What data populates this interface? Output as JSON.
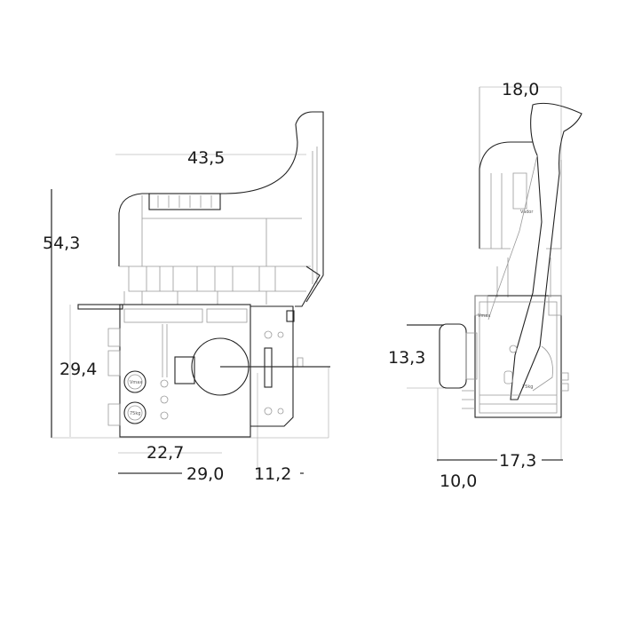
{
  "drawing": {
    "side_view": {
      "dimensions": {
        "overall_height": "54,3",
        "top_width": "43,5",
        "body_height": "29,4",
        "body_width_inner": "22,7",
        "body_width": "29,0",
        "side_offset": "11,2"
      },
      "markings": [
        "Vmax",
        "75kg"
      ]
    },
    "front_view": {
      "dimensions": {
        "top_width": "18,0",
        "knob_height": "13,3",
        "body_width": "17,3",
        "knob_offset": "10,0"
      },
      "markings": [
        "Vador",
        "Vmax",
        "75kg"
      ]
    }
  }
}
